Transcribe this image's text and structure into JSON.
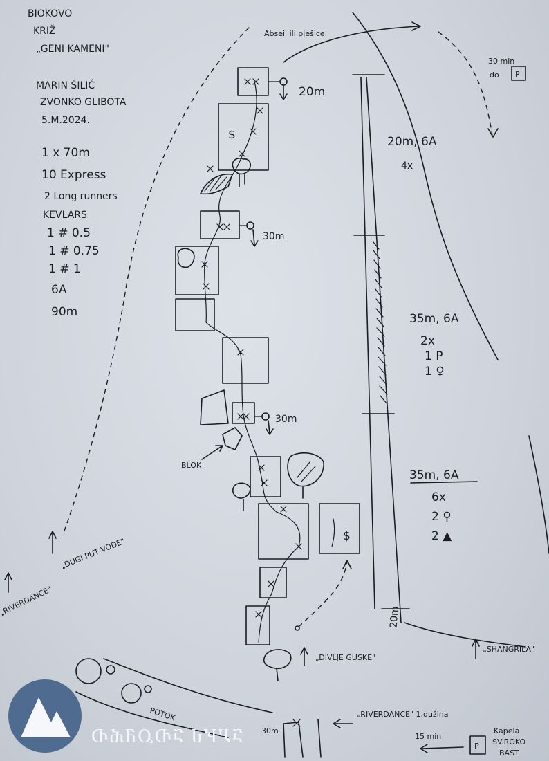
{
  "header": {
    "area": "BIOKOVO",
    "sector": "KRIŽ",
    "route_name": "„GENI KAMENI\"",
    "authors": [
      "MARIN ŠILIĆ",
      "ZVONKO GLIBOTA"
    ],
    "date": "5.M.2024."
  },
  "gear": [
    "1 x 70m",
    "10 Express",
    "2 Long runners",
    "KEVLARS",
    "1 # 0.5",
    "1 # 0.75",
    "1 # 1",
    "6A",
    "90m"
  ],
  "anchors": {
    "top": "20m",
    "middle": "30m",
    "lower": "30m",
    "bottom": "30m"
  },
  "pitches": [
    {
      "length_grade": "20m, 6A",
      "details": [
        "4x"
      ]
    },
    {
      "length_grade": "35m, 6A",
      "details": [
        "2x",
        "1 P",
        "1 ♀"
      ]
    },
    {
      "length_grade": "35m, 6A",
      "details": [
        "6x",
        "2 ♀",
        "2 ▲"
      ]
    }
  ],
  "total_height_label": "20m",
  "labels": {
    "descent": "Abseil ili pješice",
    "approach_time_top": "30 min",
    "approach_do": "do",
    "parking_symbol": "P",
    "blok": "BLOK",
    "dugi_put_vode": "„DUGI PUT VODE\"",
    "riverdance_left": "„RIVERDANCE\"",
    "divlje_guske": "„DIVLJE GUSKE\"",
    "shangrila": "„SHANGRILA\"",
    "potok": "POTOK",
    "riverdance_bottom": "„RIVERDANCE\" 1.dužina",
    "approach_time_bottom": "15 min",
    "chapel": [
      "Kapela",
      "SV.ROKO",
      "BAST"
    ]
  },
  "logo": {
    "wordmark": "ႧႫႬႳႧႠ ႱႯႡႠ"
  },
  "colors": {
    "ink": "#1c1c22",
    "paper": "#d6dae1",
    "logo": "#4f6b8f"
  }
}
